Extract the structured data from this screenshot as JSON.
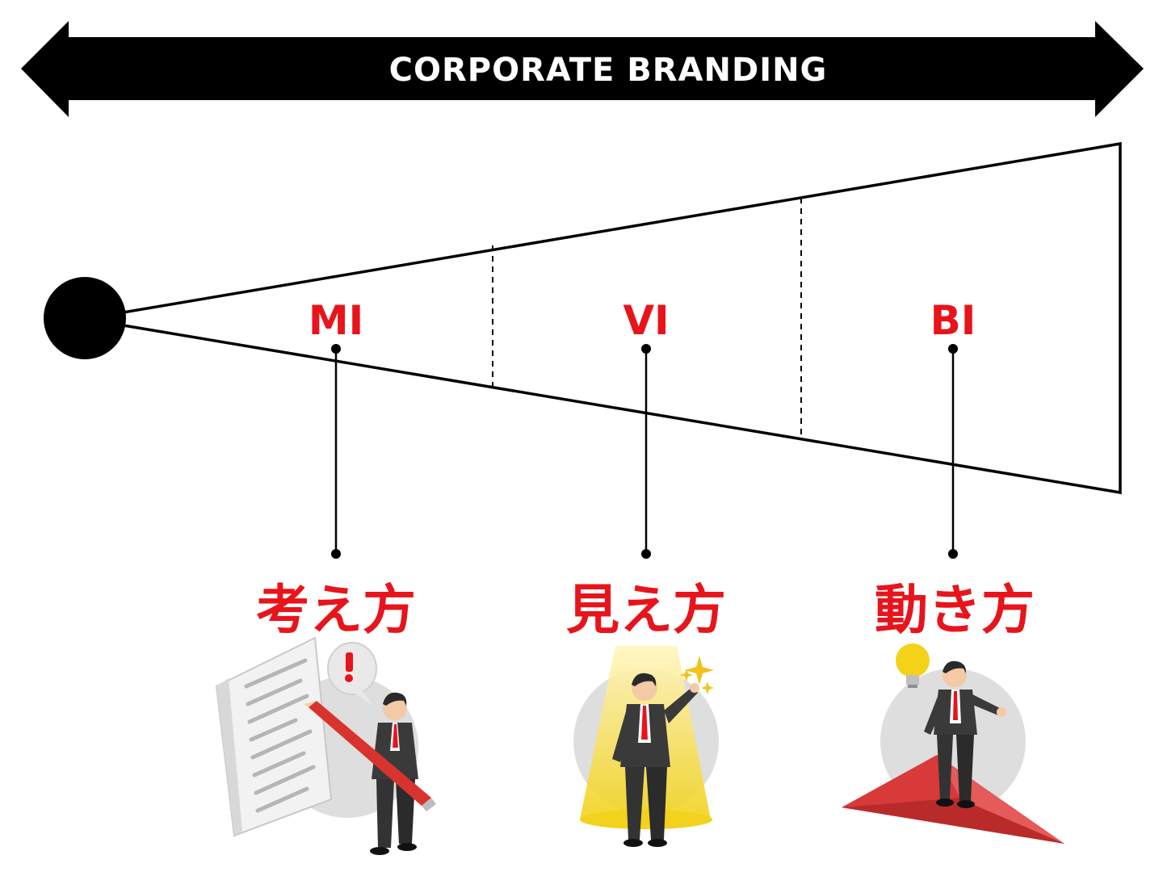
{
  "banner": {
    "text": "CORPORATE BRANDING"
  },
  "stages": [
    {
      "code": "MI",
      "label": "考え方",
      "icon": "thinking-businessman-icon"
    },
    {
      "code": "VI",
      "label": "見え方",
      "icon": "spotlight-businessman-icon"
    },
    {
      "code": "BI",
      "label": "動き方",
      "icon": "paper-plane-businessman-icon"
    }
  ],
  "colors": {
    "accent": "#e8141c",
    "line": "#000000",
    "figure_bg": "#dedede"
  }
}
